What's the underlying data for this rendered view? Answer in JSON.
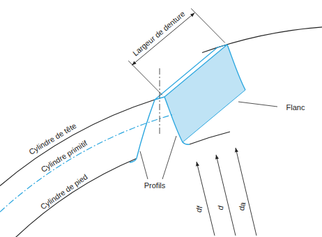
{
  "diagram": {
    "labels": [
      "Largeur de denture",
      "Flanc",
      "Cylindre de tête",
      "Cylindre primitif",
      "Cylindre de pied",
      "Profils",
      "df",
      "d",
      "da"
    ]
  }
}
